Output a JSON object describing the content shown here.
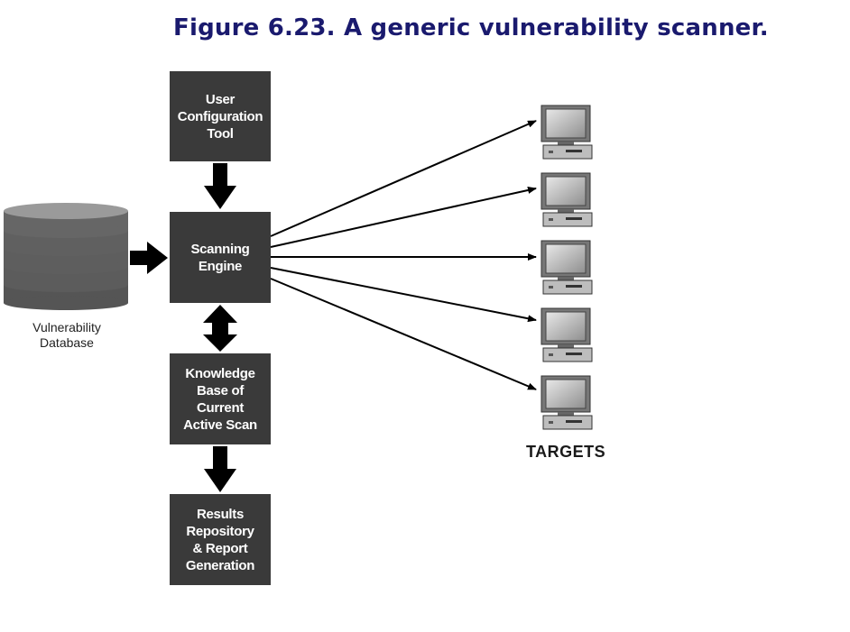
{
  "title": "Figure 6.23. A generic vulnerability scanner.",
  "boxes": {
    "config": [
      "User",
      "Configuration",
      "Tool"
    ],
    "engine": [
      "Scanning",
      "Engine"
    ],
    "kb": [
      "Knowledge",
      "Base of",
      "Current",
      "Active Scan"
    ],
    "results": [
      "Results",
      "Repository",
      "& Report",
      "Generation"
    ]
  },
  "database": {
    "label": [
      "Vulnerability",
      "Database"
    ],
    "icon": "database-icon"
  },
  "targets": {
    "label": "TARGETS",
    "count": 5,
    "icon": "computer-icon"
  }
}
